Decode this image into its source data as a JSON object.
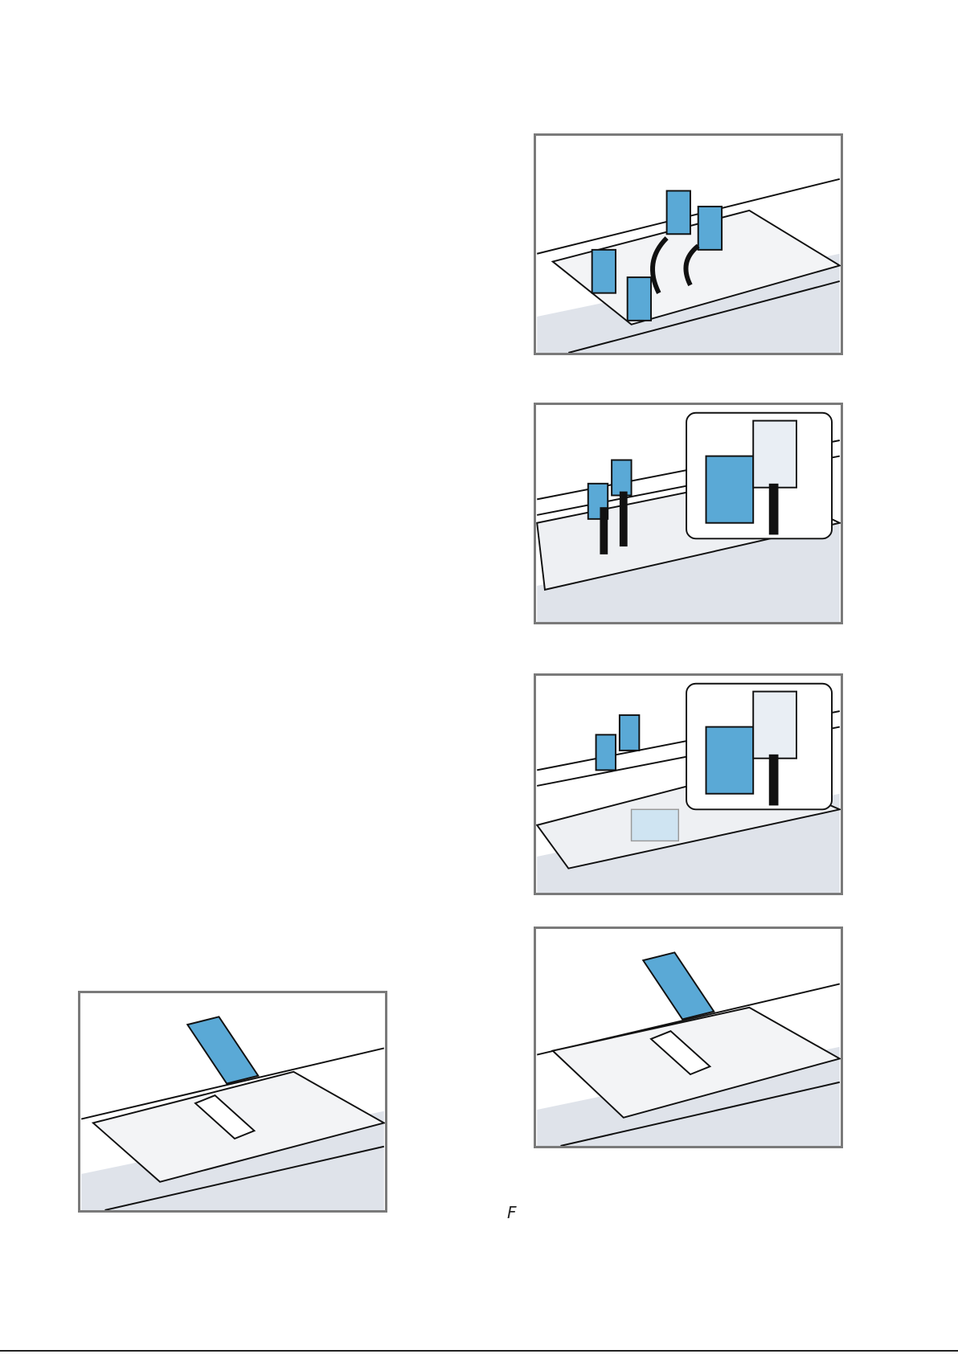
{
  "figures": [
    {
      "id": "fig1",
      "description_icon": "filter-rotate-illustration-icon"
    },
    {
      "id": "fig2",
      "description_icon": "filter-insert-detail-illustration-icon"
    },
    {
      "id": "fig3",
      "description_icon": "filter-slide-detail-illustration-icon"
    },
    {
      "id": "fig4",
      "description_icon": "filter-module-above-cooktop-icon"
    },
    {
      "id": "fig5",
      "description_icon": "filter-module-above-cooktop-icon"
    }
  ],
  "colors": {
    "frame": "#7a7a7a",
    "filter_blue": "#5aa9d6",
    "counter_shade": "#dfe3ea"
  },
  "page_mark": "F"
}
